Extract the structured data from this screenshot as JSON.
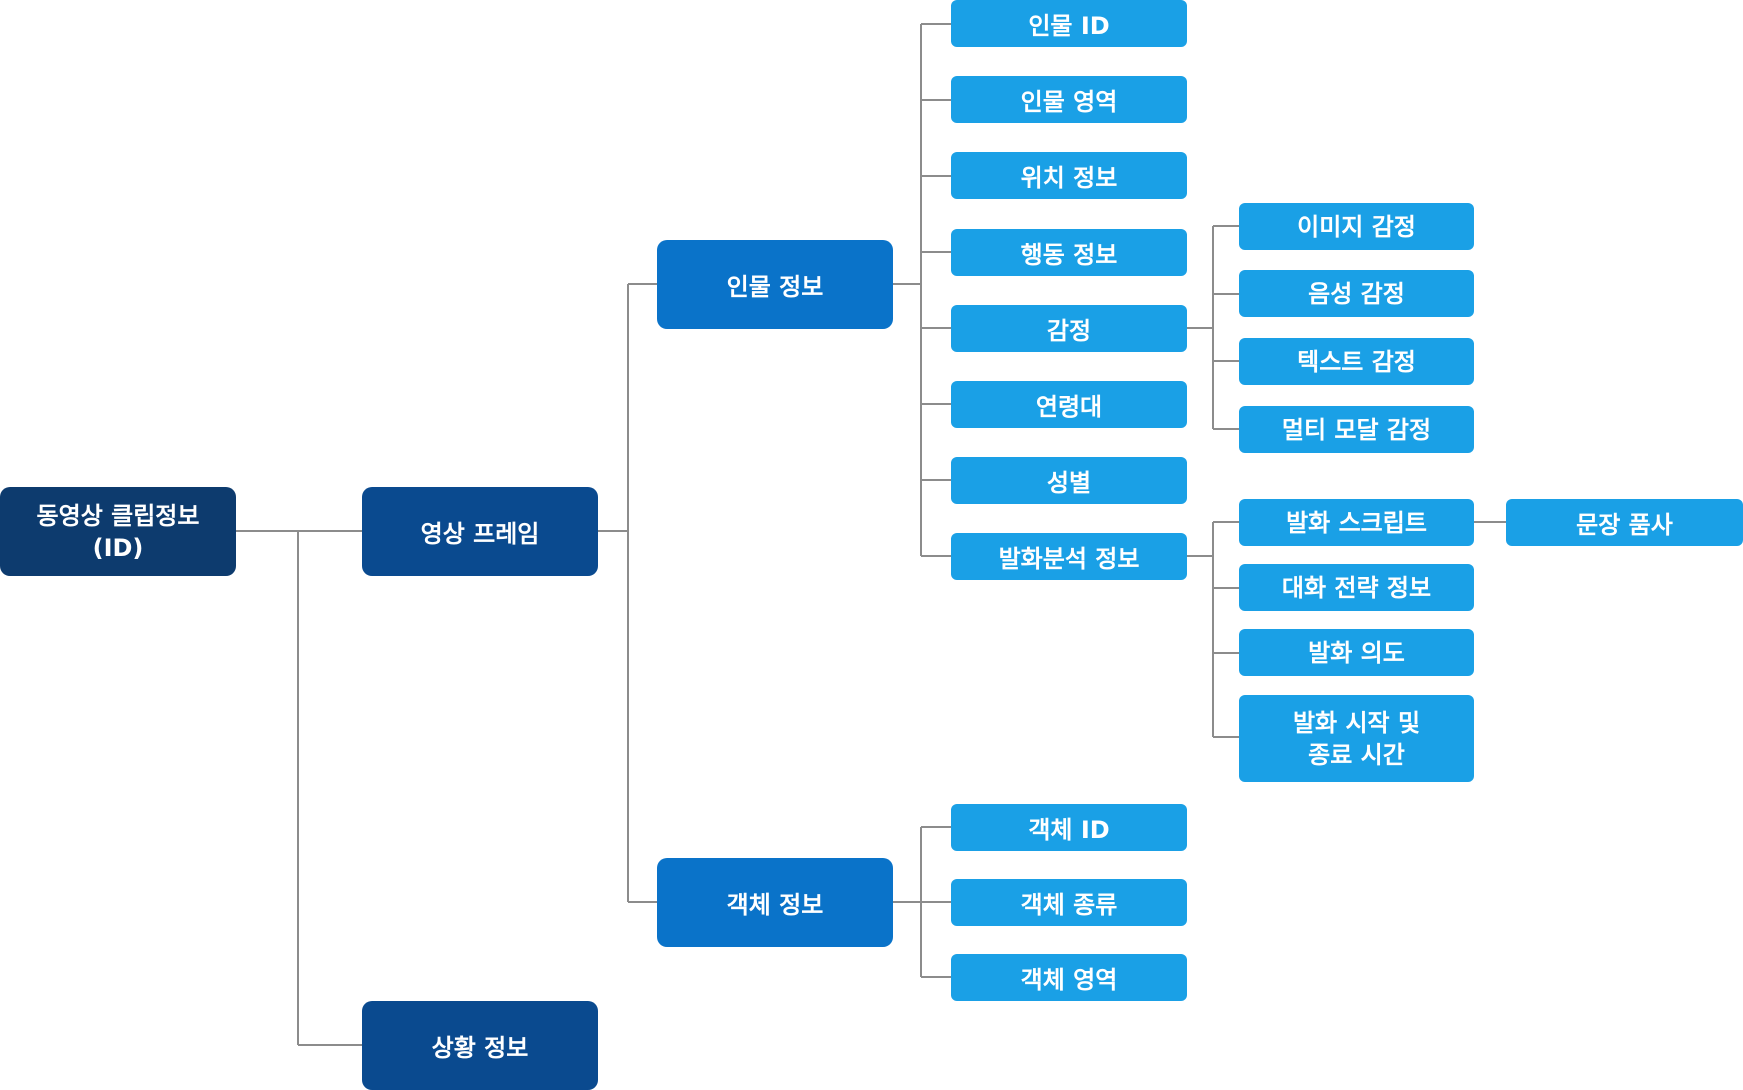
{
  "diagram": {
    "root": "동영상 클립정보\n(ID)",
    "frame": "영상 프레임",
    "situation": "상황 정보",
    "person": "인물 정보",
    "object": "객체 정보",
    "person_children": [
      "인물 ID",
      "인물 영역",
      "위치 정보",
      "행동 정보",
      "감정",
      "연령대",
      "성별",
      "발화분석 정보"
    ],
    "emotion_children": [
      "이미지 감정",
      "음성 감정",
      "텍스트 감정",
      "멀티 모달 감정"
    ],
    "utterance_children": [
      "발화 스크립트",
      "대화 전략 정보",
      "발화 의도",
      "발화 시작 및\n종료 시간"
    ],
    "script_child": "문장 품사",
    "object_children": [
      "객체 ID",
      "객체 종류",
      "객체 영역"
    ]
  }
}
